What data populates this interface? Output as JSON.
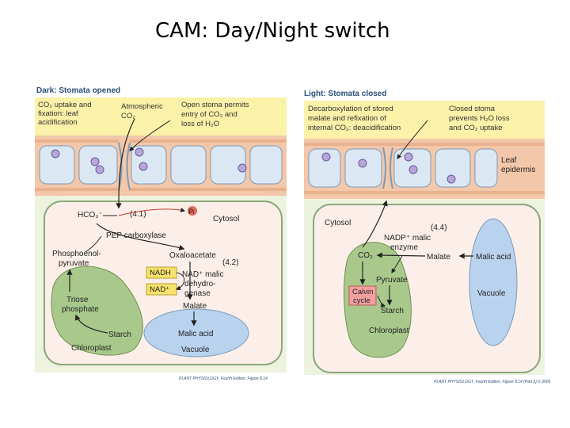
{
  "slide": {
    "title": "CAM: Day/Night switch"
  },
  "left_panel": {
    "header": "Dark: Stomata opened",
    "note1": [
      "CO₂ uptake and",
      "fixation: leaf",
      "acidification"
    ],
    "note2": [
      "Atmospheric",
      "CO₂"
    ],
    "note3": [
      "Open stoma permits",
      "entry of CO₂ and",
      "loss of H₂O"
    ],
    "hco3": "HCO₃⁻",
    "step1": "(4.1)",
    "pi": "Pᵢ",
    "cytosol": "Cytosol",
    "pep_carboxylase": "PEP carboxylase",
    "pep": [
      "Phosphoenol-",
      "pyruvate"
    ],
    "oaa": "Oxaloacetate",
    "step2": "(4.2)",
    "nadh": "NADH",
    "nad": "NAD⁺",
    "mdh": [
      "NAD⁺ malic",
      "dehydro-",
      "genase"
    ],
    "malate": "Malate",
    "triose": [
      "Triose",
      "phosphate"
    ],
    "starch": "Starch",
    "chloroplast": "Chloroplast",
    "malic_acid": "Malic acid",
    "vacuole": "Vacuole",
    "credit": "PLANT PHYSIOLOGY, Fourth Edition, Figure 8.14"
  },
  "right_panel": {
    "header": "Light: Stomata closed",
    "note1": [
      "Decarboxylation of stored",
      "malate and refixation of",
      "internal CO₂: deacidification"
    ],
    "note2": [
      "Closed stoma",
      "prevents H₂O loss",
      "and CO₂ uptake"
    ],
    "epidermis": [
      "Leaf",
      "epidermis"
    ],
    "cytosol": "Cytosol",
    "step": "(4.4)",
    "enzyme": [
      "NADP⁺ malic",
      "enzyme"
    ],
    "co2": "CO₂",
    "malate": "Malate",
    "malic_acid": "Malic acid",
    "pyruvate": "Pyruvate",
    "calvin": [
      "Calvin",
      "cycle"
    ],
    "starch": "Starch",
    "vacuole": "Vacuole",
    "chloroplast": "Chloroplast",
    "credit": "PLANT PHYSIOLOGY, Fourth Edition, Figure 8.14 (Part 2) © 2006"
  },
  "colors": {
    "note_bg": "#fbf1a8",
    "epidermis": "#f3c7a9",
    "cell_fill": "#dbe8f4",
    "cytosol": "#fcefea",
    "chloroplast": "#a9c98c",
    "vacuole": "#b9d3ef",
    "leaf_bg": "#eef3e0",
    "nadh_box": "#f7e26b",
    "calvin_box": "#f2a0a0"
  }
}
